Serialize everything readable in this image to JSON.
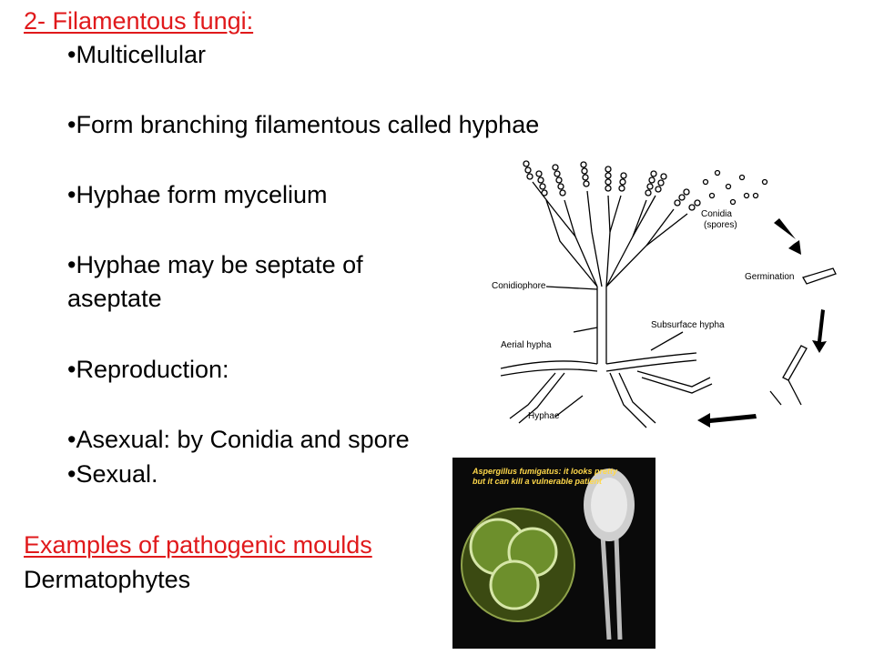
{
  "heading": "2- Filamentous fungi:",
  "bullets": {
    "b1": "•Multicellular",
    "b2": "•Form branching filamentous called hyphae",
    "b3": "•Hyphae form mycelium",
    "b4_line1": "•Hyphae may be septate of",
    "b4_line2": "aseptate",
    "b5": "•Reproduction:",
    "b6": "•Asexual: by Conidia and spore",
    "b7": "•Sexual."
  },
  "examples_heading": "Examples of pathogenic moulds",
  "examples_item": "Dermatophytes",
  "diagram": {
    "conidia_line1": "Conidia",
    "conidia_line2": "(spores)",
    "germination": "Germination",
    "conidiophore": "Conidiophore",
    "subsurface": "Subsurface hypha",
    "aerial": "Aerial hypha",
    "hyphae": "Hyphae"
  },
  "photo": {
    "caption_line1": "Aspergillus fumigatus: it looks pretty",
    "caption_line2": "but it can kill a vulnerable patient"
  },
  "colors": {
    "red": "#e0191b",
    "photo_bg": "#0a0a0a",
    "agar_green": "#6d8f2c"
  }
}
